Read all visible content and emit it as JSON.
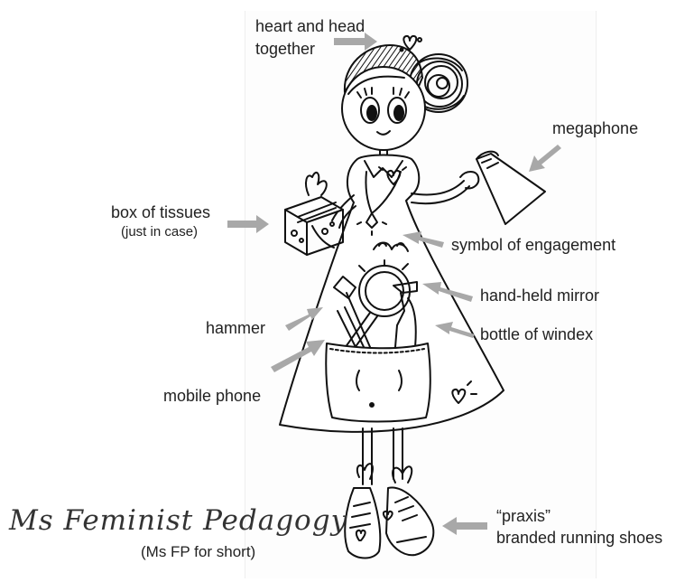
{
  "title": "Ms Feminist Pedagogy",
  "subtitle": "(Ms FP for short)",
  "colors": {
    "arrow": "#a8a8a8",
    "ink": "#111111",
    "text": "#222222"
  },
  "labels": {
    "heart_head": [
      "heart and head",
      "together"
    ],
    "megaphone": "megaphone",
    "tissues": [
      "box of tissues",
      "(just in case)"
    ],
    "engagement": "symbol of engagement",
    "mirror": "hand-held mirror",
    "hammer": "hammer",
    "windex": "bottle of windex",
    "phone": "mobile phone",
    "shoes": [
      "“praxis”",
      "branded running shoes"
    ]
  }
}
